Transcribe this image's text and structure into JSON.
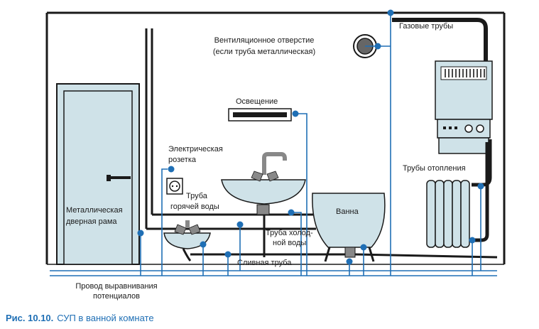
{
  "labels": {
    "ventilation_line1": "Вентиляционное отверстие",
    "ventilation_line2": "(если труба металлическая)",
    "gas_pipes": "Газовые трубы",
    "lighting": "Освещение",
    "socket_line1": "Электрическая",
    "socket_line2": "розетка",
    "hot_water_line1": "Труба",
    "hot_water_line2": "горячей воды",
    "heating_pipes": "Трубы отопления",
    "bath": "Ванна",
    "door_line1": "Металлическая",
    "door_line2": "дверная рама",
    "cold_water_line1": "Труба холод-",
    "cold_water_line2": "ной воды",
    "drain_pipe": "Сливная труба",
    "equip_wire_line1": "Провод выравнивания",
    "equip_wire_line2": "потенциалов"
  },
  "caption": {
    "number": "Рис. 10.10.",
    "text": "СУП в ванной комнате"
  },
  "colors": {
    "accent": "#1f6fb5",
    "fixture_fill": "#cfe2e8",
    "pipe": "#1a1a1a"
  }
}
